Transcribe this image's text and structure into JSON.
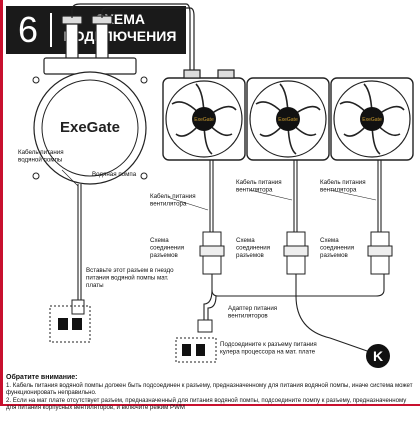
{
  "header": {
    "step": "6",
    "title": "СХЕМА\nПОДКЛЮЧЕНИЯ"
  },
  "brand": {
    "logo_text": "ExeGate",
    "fan_logo_text": "ExeGate"
  },
  "labels": {
    "pump_cable": "Кабель питания\nводяной помпы",
    "pump": "Водяная помпа",
    "fan_cable": "Кабель питания\nвентилятора",
    "scheme": "Схема\nсоединения\nразъемов",
    "insert_connector": "Вставьте этот разъем в гнездо\nпитания водяной помпы мат.\nплаты",
    "fan_adapter": "Адаптер питания\nвентиляторов",
    "connect_cpu": "Подсоедините к разъему питания\nкулера процессора на мат. плате",
    "k_badge": "K"
  },
  "note": {
    "heading": "Обратите внимание:",
    "item1": "1. Кабель питания водяной помпы должен быть подсоединен к разъему, предназначенному для питания водяной помпы, иначе система может функционировать неправильно.",
    "item2": "2. Если на мат плате отсутствует разъем, предназначенный для питания водяной помпы, подсоедините помпу к разъему, предназначенному для питания корпусных вентиляторов, и включите режим PWM"
  },
  "colors": {
    "accent": "#c8102e",
    "dark": "#1a1a1a",
    "logo_gold": "#c99a2e"
  }
}
